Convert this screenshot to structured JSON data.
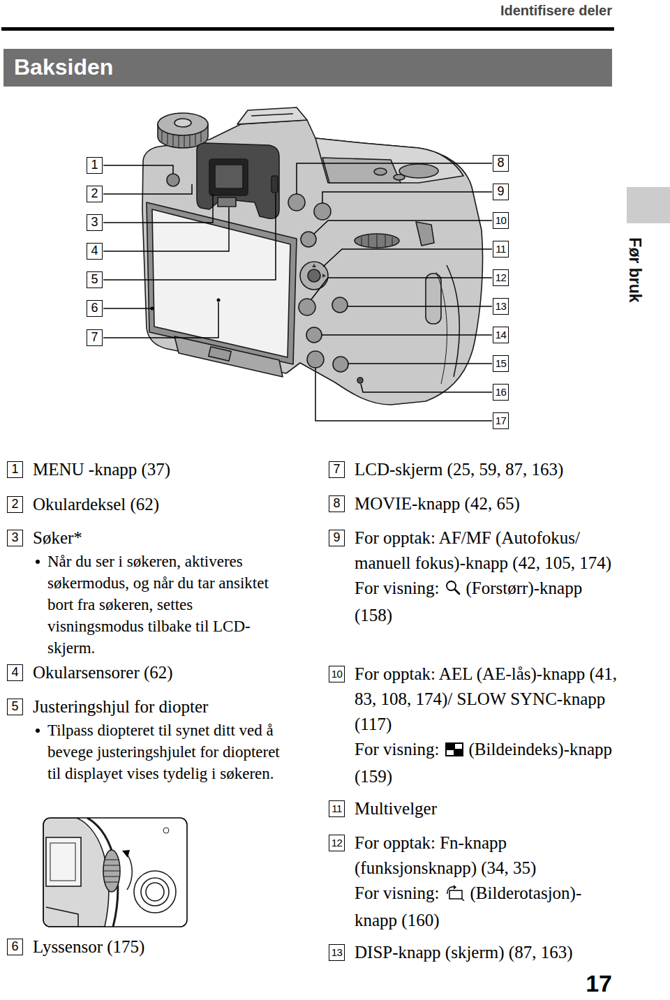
{
  "diagram": {
    "title": "Baksiden",
    "labels": [
      "Identifisere deler",
      "1",
      "2",
      "3",
      "4",
      "5",
      "6",
      "7",
      "8",
      "9",
      "10",
      "11",
      "12",
      "13",
      "14",
      "15",
      "16",
      "17",
      "Før bruk",
      "1",
      "MENU -knapp (37)",
      "2",
      "Okulardeksel (62)",
      "3",
      "Søker*",
      "Når du ser i søkeren, aktiveres søkermodus, og når du tar ansiktet bort fra søkeren, settes visningsmodus tilbake til LCD-skjerm.",
      "4",
      "Okularsensorer (62)",
      "5",
      "Justeringshjul for diopter",
      "Tilpass diopteret til synet ditt ved å bevege justeringshjulet for diopteret til displayet vises tydelig i søkeren.",
      "6",
      "Lyssensor (175)",
      "7",
      "LCD-skjerm (25, 59, 87, 163)",
      "8",
      "MOVIE-knapp (42, 65)",
      "9",
      "For opptak: AF/MF (Autofokus/ manuell fokus)-knapp (42, 105, 174)",
      "For visning:",
      "(Forstørr)-knapp (158)",
      "10",
      "For opptak: AEL (AE-lås)-knapp (41, 83, 108, 174)/ SLOW SYNC-knapp (117)",
      "For visning:",
      "(Bildeindeks)-knapp (159)",
      "11",
      "Multivelger",
      "12",
      "For opptak: Fn-knapp (funksjonsknapp) (34, 35)",
      "For visning:",
      "(Bilderotasjon)-knapp (160)",
      "13",
      "DISP-knapp (skjerm) (87, 163)",
      "17"
    ]
  }
}
